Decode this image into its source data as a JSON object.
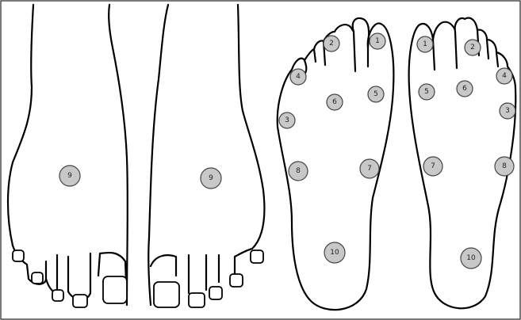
{
  "figure": {
    "views": [
      {
        "view": "dorsal",
        "foot": "left"
      },
      {
        "view": "dorsal",
        "foot": "right"
      },
      {
        "view": "plantar",
        "foot": "left"
      },
      {
        "view": "plantar",
        "foot": "right"
      }
    ],
    "sites": [
      {
        "id": "d-left-9",
        "label": "9"
      },
      {
        "id": "d-right-9",
        "label": "9"
      },
      {
        "id": "p-left-toe-2",
        "label": "2"
      },
      {
        "id": "p-left-toe-1",
        "label": "1"
      },
      {
        "id": "p-left-toe-4",
        "label": "4"
      },
      {
        "id": "p-left-meta-6",
        "label": "6"
      },
      {
        "id": "p-left-meta-5",
        "label": "5"
      },
      {
        "id": "p-left-meta-3",
        "label": "3"
      },
      {
        "id": "p-left-mid-8",
        "label": "8"
      },
      {
        "id": "p-left-mid-7",
        "label": "7"
      },
      {
        "id": "p-left-heel-10",
        "label": "10"
      },
      {
        "id": "p-right-toe-1",
        "label": "1"
      },
      {
        "id": "p-right-toe-2",
        "label": "2"
      },
      {
        "id": "p-right-toe-4",
        "label": "4"
      },
      {
        "id": "p-right-meta-5",
        "label": "5"
      },
      {
        "id": "p-right-meta-6",
        "label": "6"
      },
      {
        "id": "p-right-meta-3",
        "label": "3"
      },
      {
        "id": "p-right-mid-7",
        "label": "7"
      },
      {
        "id": "p-right-mid-8",
        "label": "8"
      },
      {
        "id": "p-right-heel-10",
        "label": "10"
      }
    ]
  }
}
